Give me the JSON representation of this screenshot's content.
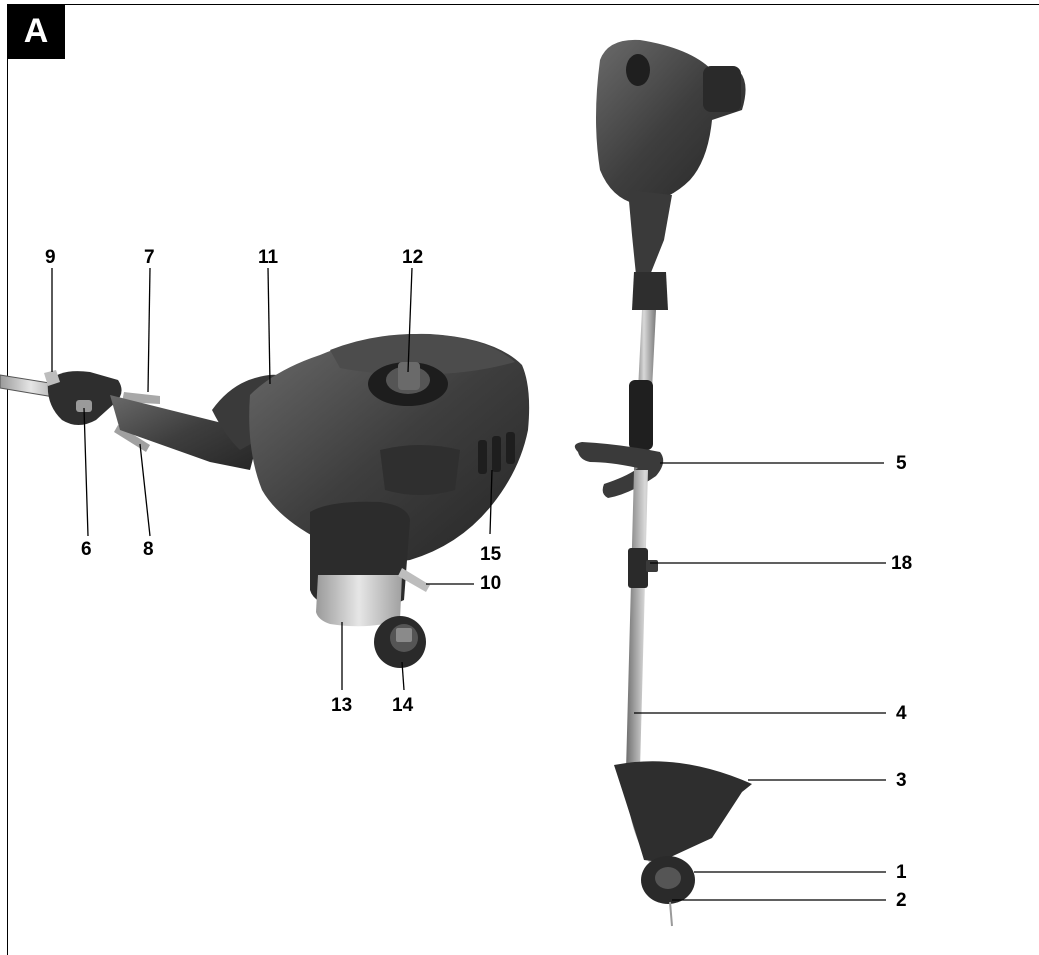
{
  "figure_label": "A",
  "callouts": {
    "c1": "1",
    "c2": "2",
    "c3": "3",
    "c4": "4",
    "c5": "5",
    "c6": "6",
    "c7": "7",
    "c8": "8",
    "c9": "9",
    "c10": "10",
    "c11": "11",
    "c12": "12",
    "c13": "13",
    "c14": "14",
    "c15": "15",
    "c18": "18"
  }
}
